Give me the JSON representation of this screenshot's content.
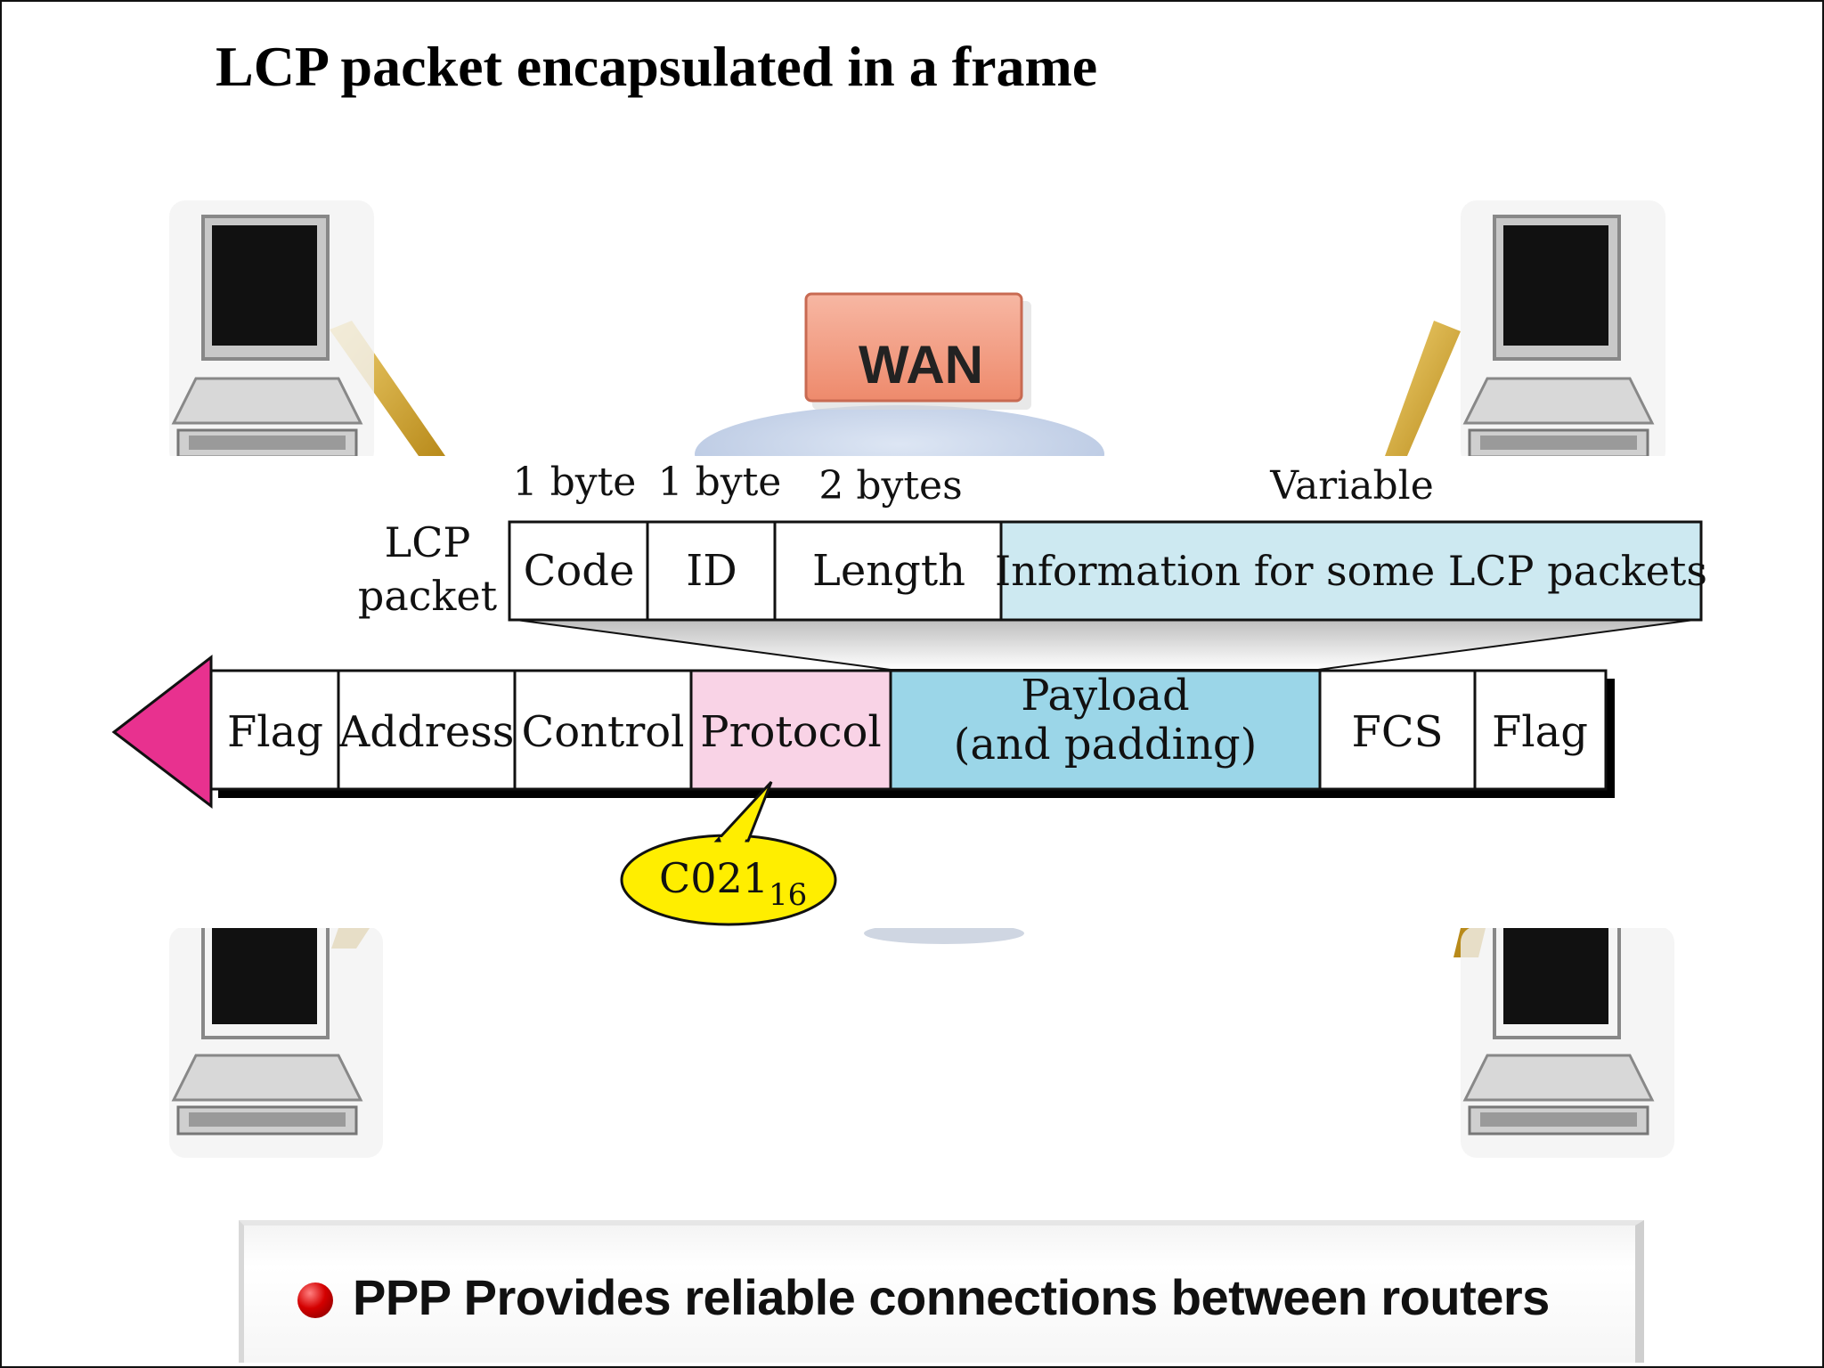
{
  "title": "LCP packet encapsulated in a frame",
  "wan_label": "WAN",
  "lcp_packet": {
    "label_line1": "LCP",
    "label_line2": "packet",
    "sizes": [
      "1 byte",
      "1 byte",
      "2 bytes",
      "Variable"
    ],
    "fields": [
      "Code",
      "ID",
      "Length",
      "Information for some LCP packets"
    ]
  },
  "frame": {
    "fields": [
      "Flag",
      "Address",
      "Control",
      "Protocol",
      "Payload",
      "(and padding)",
      "FCS",
      "Flag"
    ]
  },
  "protocol_value": {
    "main": "C021",
    "subscript": "16"
  },
  "caption": "PPP Provides reliable connections between routers",
  "colors": {
    "info_fill": "#cde9f1",
    "payload_fill": "#9bd6e8",
    "protocol_fill": "#f9d3e6",
    "arrow_fill": "#e8318f",
    "callout_fill": "#ffee00",
    "wan_fill": "#f39b80"
  }
}
